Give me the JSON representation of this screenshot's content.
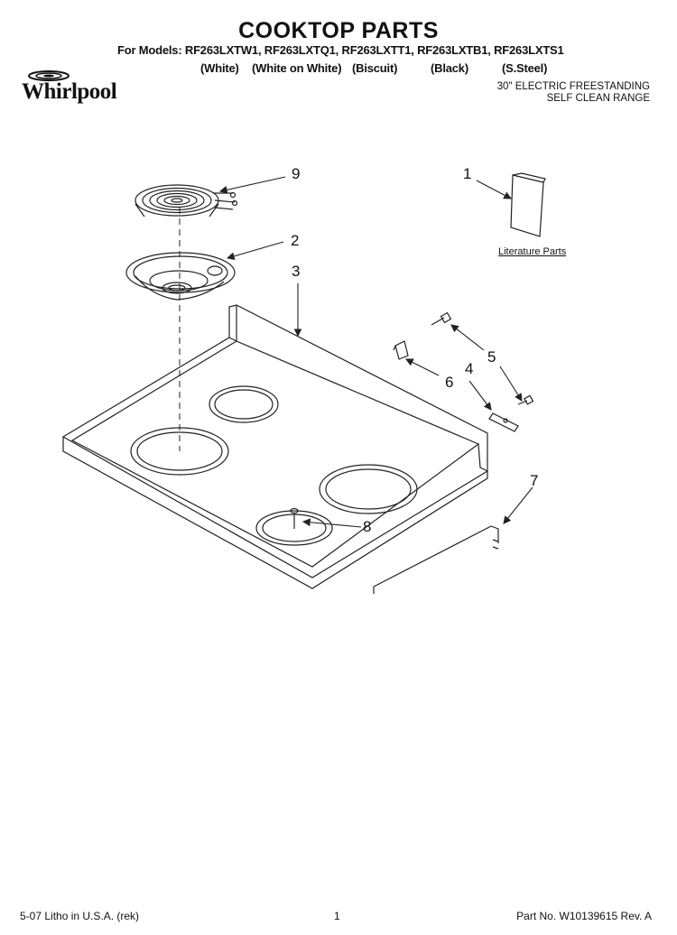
{
  "header": {
    "title": "COOKTOP PARTS",
    "models_line": "For Models: RF263LXTW1, RF263LXTQ1, RF263LXTT1, RF263LXTB1, RF263LXTS1",
    "colors": [
      "(White)",
      "(White on White)",
      "(Biscuit)",
      "(Black)",
      "(S.Steel)"
    ],
    "brand": "Whirlpool",
    "description_line1": "30\" ELECTRIC FREESTANDING",
    "description_line2": "SELF CLEAN RANGE"
  },
  "diagram": {
    "callouts": [
      "9",
      "1",
      "2",
      "3",
      "5",
      "4",
      "6",
      "7",
      "8"
    ],
    "literature_label": "Literature Parts"
  },
  "footer": {
    "litho": "5-07 Litho in U.S.A. (rek)",
    "page_number": "1",
    "part_number": "Part No. W10139615 Rev. A"
  }
}
